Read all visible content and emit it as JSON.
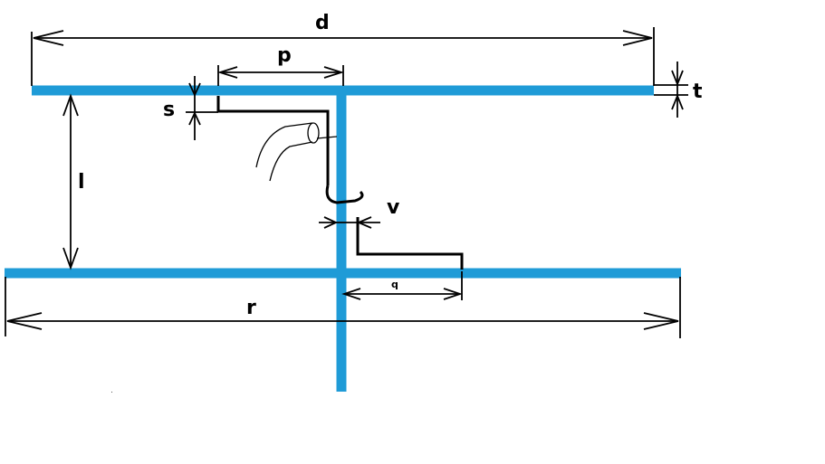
{
  "labels": {
    "d": "d",
    "p": "p",
    "t": "t",
    "s": "s",
    "l": "l",
    "v": "v",
    "q": "q",
    "r": "r"
  },
  "colors": {
    "beam": "#1f9bd7",
    "line": "#000000",
    "background": "#ffffff"
  }
}
